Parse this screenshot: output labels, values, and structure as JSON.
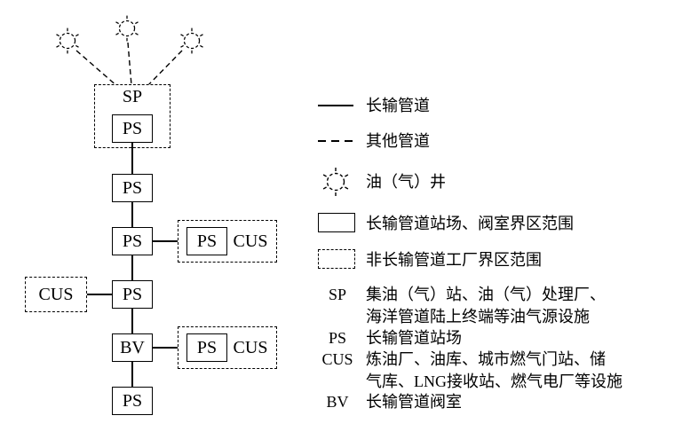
{
  "diagram": {
    "sp_group": {
      "label": "SP",
      "ps": "PS"
    },
    "chain": {
      "ps2": "PS",
      "ps3": "PS",
      "ps4": "PS",
      "bv": "BV",
      "ps5": "PS"
    },
    "left_cus": "CUS",
    "branch1": {
      "ps": "PS",
      "cus": "CUS"
    },
    "branch2": {
      "ps": "PS",
      "cus": "CUS"
    }
  },
  "legend": {
    "items": [
      {
        "symbol": "solid-line",
        "label": "长输管道"
      },
      {
        "symbol": "dashed-line",
        "label": "其他管道"
      },
      {
        "symbol": "well",
        "label": "油（气）井"
      },
      {
        "symbol": "solid-rect",
        "label": "长输管道站场、阀室界区范围"
      },
      {
        "symbol": "dashed-rect",
        "label": "非长输管道工厂界区范围"
      }
    ],
    "abbreviations": [
      {
        "abbr": "SP",
        "desc": "集油（气）站、油（气）处理厂、\n海洋管道陆上终端等油气源设施"
      },
      {
        "abbr": "PS",
        "desc": "长输管道站场"
      },
      {
        "abbr": "CUS",
        "desc": "炼油厂、油库、城市燃气门站、储\n气库、LNG接收站、燃气电厂等设施"
      },
      {
        "abbr": "BV",
        "desc": "长输管道阀室"
      }
    ]
  }
}
